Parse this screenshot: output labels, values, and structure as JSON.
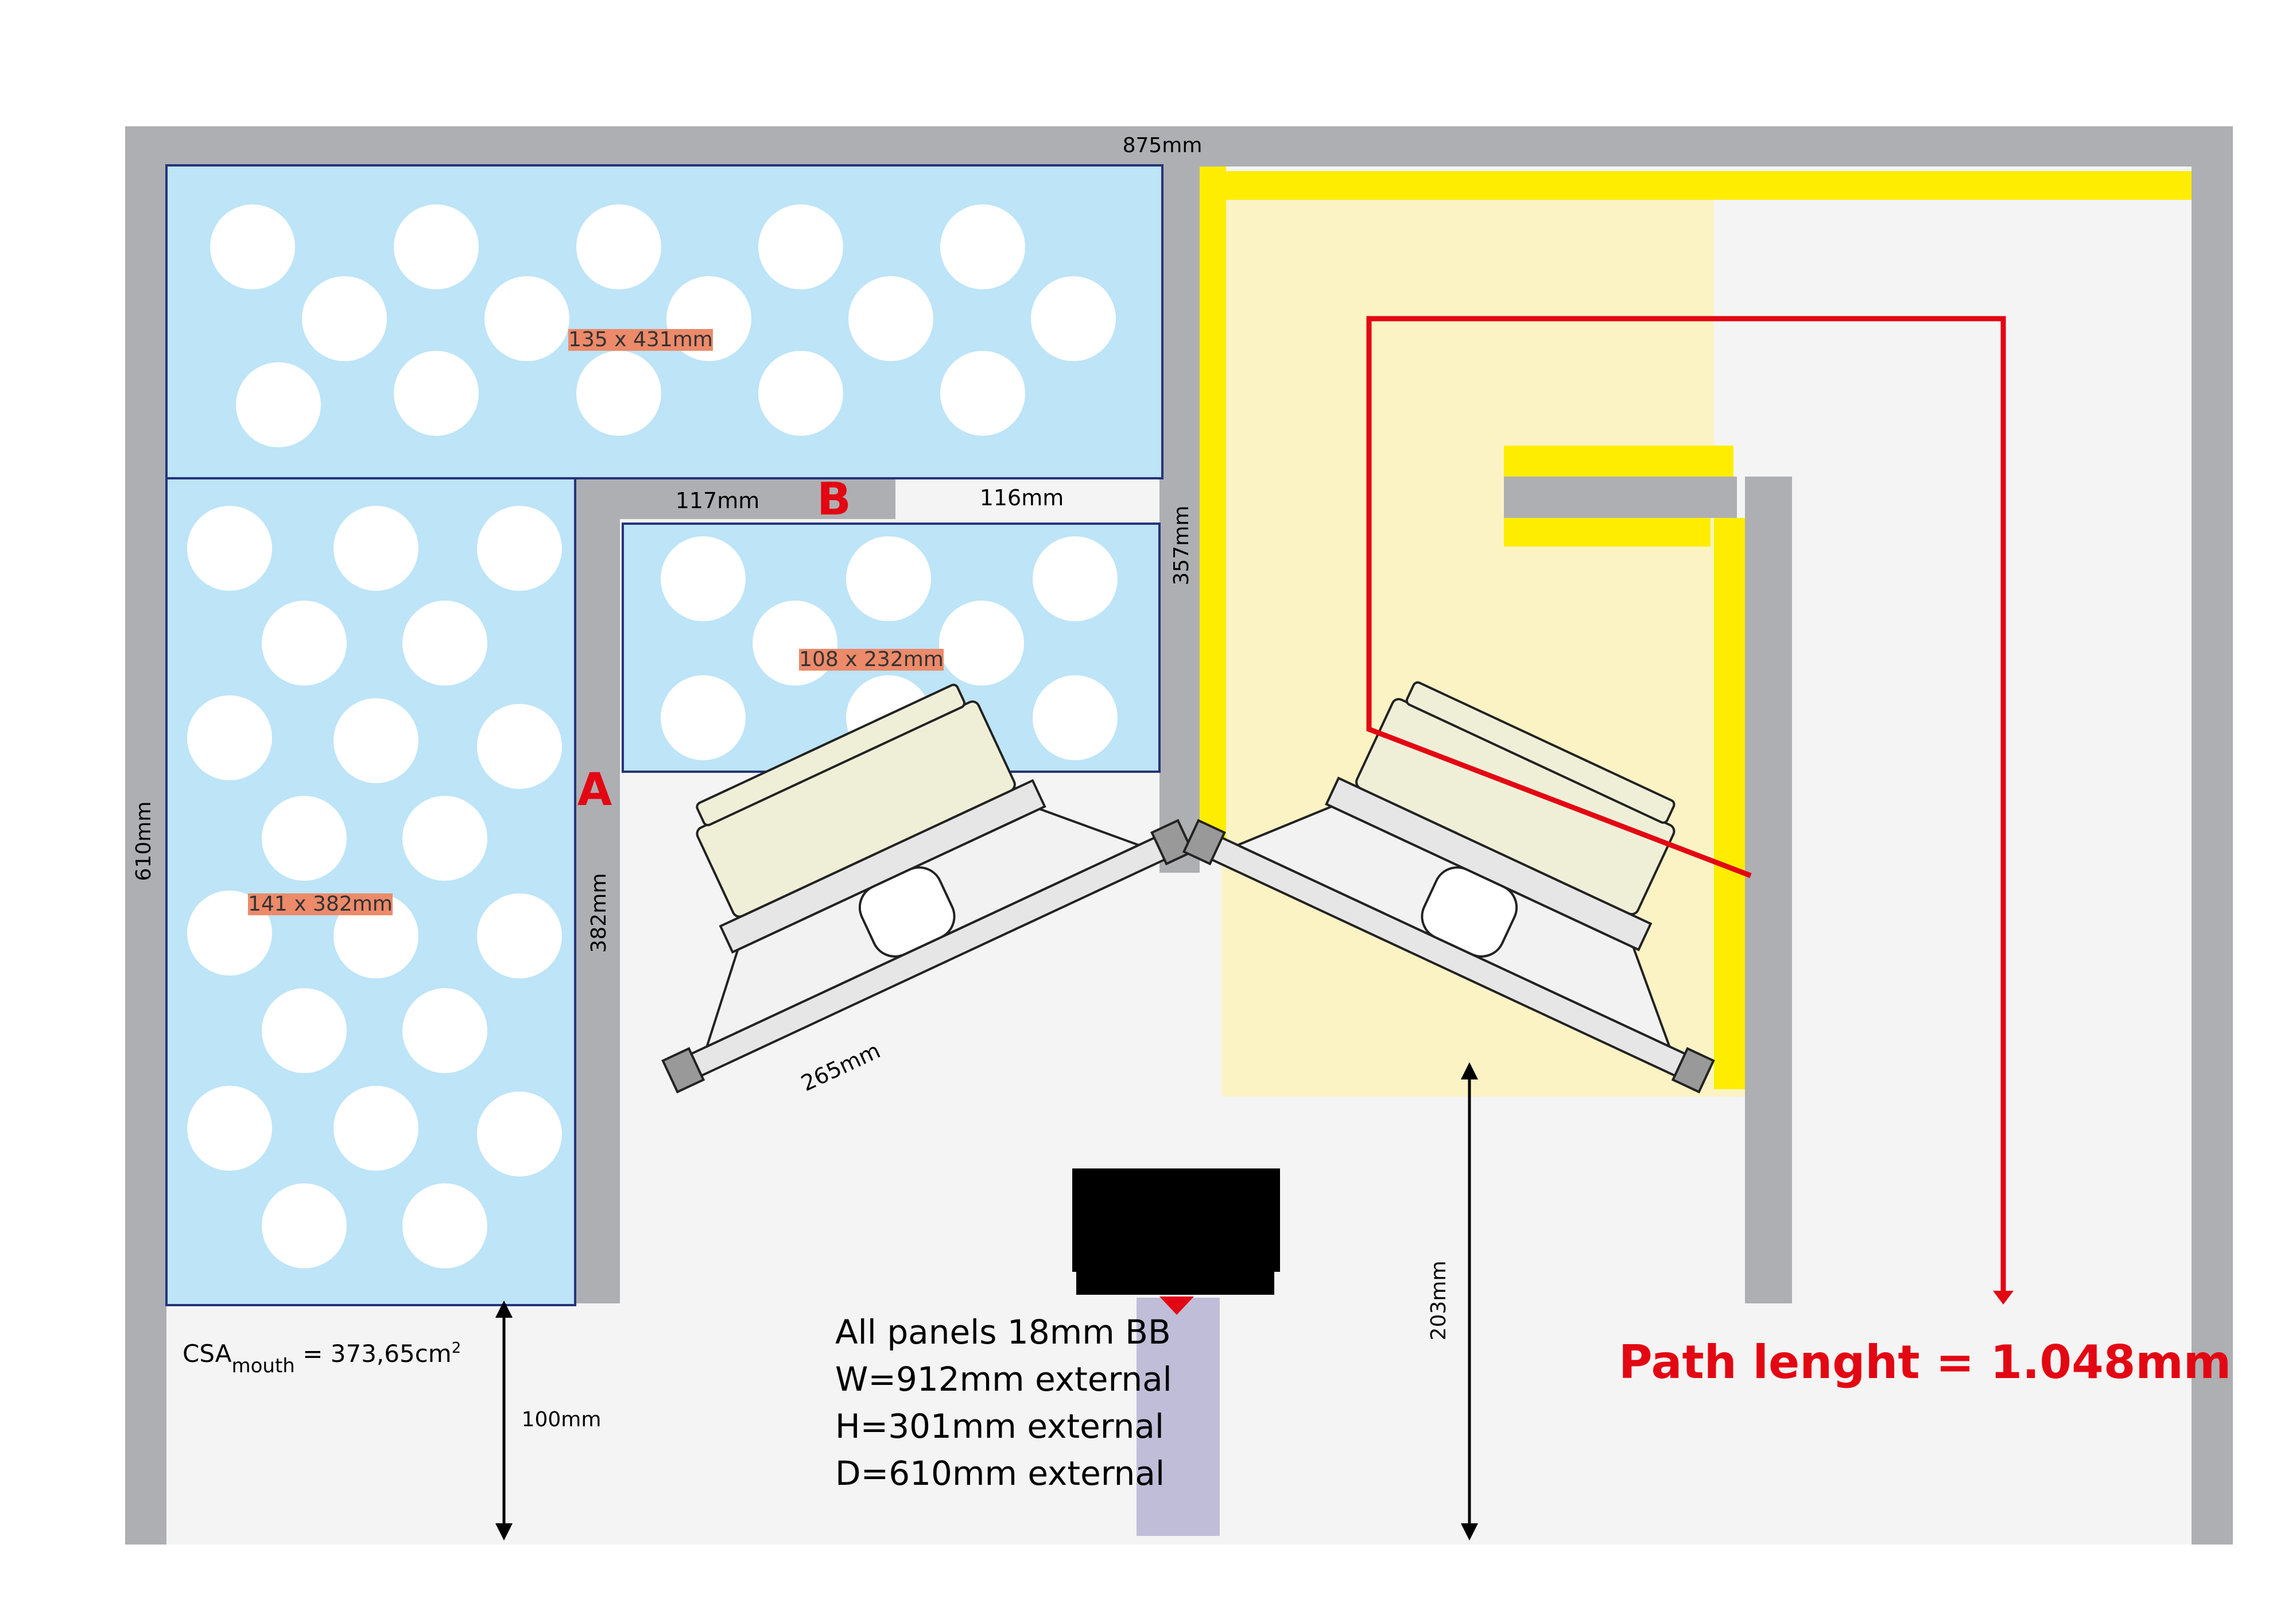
{
  "dimensions": {
    "width_total": "875mm",
    "height_total": "610mm",
    "wall_a_height": "382mm",
    "divider_height": "357mm",
    "gap_b_left": "117mm",
    "gap_b_right": "116mm",
    "mouth_height": "100mm",
    "driver_clearance": "203mm",
    "driver_diameter": "265mm"
  },
  "panels": {
    "top": "135 x 431mm",
    "left": "141 x 382mm",
    "middle": "108 x 232mm"
  },
  "markers": {
    "a": "A",
    "b": "B"
  },
  "csa": {
    "prefix": "CSA",
    "subscript": "mouth",
    "value": " = 373,65cm",
    "superscript": "2"
  },
  "notes": [
    "All panels 18mm BB",
    "W=912mm external",
    "H=301mm external",
    "D=610mm external"
  ],
  "path_length": "Path lenght = 1.048mm",
  "colors": {
    "wall": "#aeafb2",
    "damping": "#bde4f7",
    "panel_border": "#25347a",
    "highlight": "#ffed00",
    "path_zone": "#fbf3c4",
    "accent_red": "#e30613",
    "label_bg": "#ec8a6a",
    "port": "#c0bdd8",
    "background": "#f4f4f4"
  }
}
